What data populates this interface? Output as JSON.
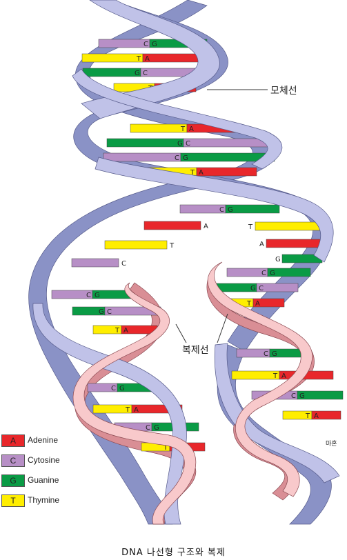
{
  "colors": {
    "adenine": "#e8272b",
    "cytosine": "#b78fc6",
    "guanine": "#0a9b45",
    "thymine": "#ffee00",
    "parent_front": "#c0c2e8",
    "parent_back": "#8a92c6",
    "daughter_front": "#f8c9cb",
    "daughter_back": "#d98e95"
  },
  "labels": {
    "parent_strand": "모체선",
    "daughter_strand": "복제선",
    "mahon": "마혼"
  },
  "legend": [
    {
      "code": "A",
      "name": "Adenine",
      "color": "#e8272b"
    },
    {
      "code": "C",
      "name": "Cytosine",
      "color": "#b78fc6"
    },
    {
      "code": "G",
      "name": "Guanine",
      "color": "#0a9b45"
    },
    {
      "code": "T",
      "name": "Thymine",
      "color": "#ffee00"
    }
  ],
  "caption": "DNA 나선형 구조와 복제",
  "pairs": [
    {
      "left": "C",
      "right": "G"
    },
    {
      "left": "T",
      "right": "A"
    },
    {
      "left": "G",
      "right": "C"
    },
    {
      "left": "T",
      "right": "A"
    },
    {
      "left": "T",
      "right": "A"
    },
    {
      "left": "G",
      "right": "C"
    },
    {
      "left": "C",
      "right": "G"
    },
    {
      "left": "T",
      "right": "A"
    },
    {
      "left": "C",
      "right": "G"
    }
  ],
  "unpaired_left": [
    "A",
    "T",
    "C"
  ],
  "unpaired_right": [
    "T",
    "A",
    "G"
  ],
  "left_daughter_pairs": [
    {
      "left": "C",
      "right": "G"
    },
    {
      "left": "G",
      "right": "C"
    },
    {
      "left": "T",
      "right": "A"
    },
    {
      "left": "C",
      "right": "G"
    },
    {
      "left": "T",
      "right": "A"
    },
    {
      "left": "C",
      "right": "G"
    },
    {
      "left": "T",
      "right": "A"
    }
  ],
  "right_daughter_pairs": [
    {
      "left": "C",
      "right": "G"
    },
    {
      "left": "G",
      "right": "C"
    },
    {
      "left": "T",
      "right": "A"
    },
    {
      "left": "C",
      "right": "G"
    },
    {
      "left": "T",
      "right": "A"
    },
    {
      "left": "C",
      "right": "G"
    },
    {
      "left": "T",
      "right": "A"
    }
  ]
}
